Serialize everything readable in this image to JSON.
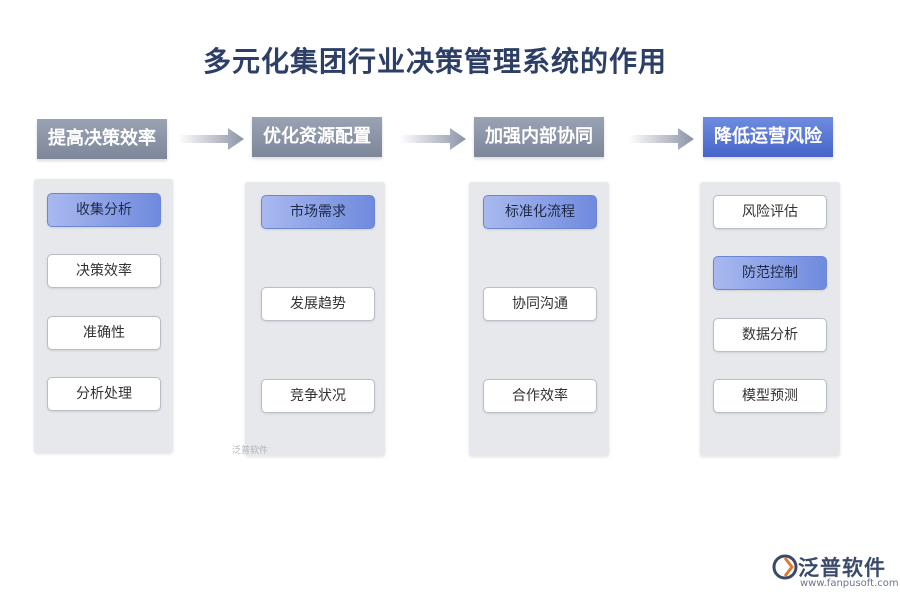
{
  "title": "多元化集团行业决策管理系统的作用",
  "columns": [
    {
      "heading": "提高决策效率",
      "items": [
        "收集分析",
        "决策效率",
        "准确性",
        "分析处理"
      ]
    },
    {
      "heading": "优化资源配置",
      "items": [
        "市场需求",
        "发展趋势",
        "竞争状况"
      ]
    },
    {
      "heading": "加强内部协同",
      "items": [
        "标准化流程",
        "协同沟通",
        "合作效率"
      ]
    },
    {
      "heading": "降低运营风险",
      "items": [
        "风险评估",
        "防范控制",
        "数据分析",
        "模型预测"
      ]
    }
  ],
  "watermark_small": "泛普软件",
  "brand": {
    "name": "泛普软件",
    "url": "www.fanpusoft.com"
  },
  "colors": {
    "accent_blue": "#4765c8",
    "heading_gray": "#7e879a",
    "panel": "#e6e8ec",
    "title": "#2d3f66"
  }
}
